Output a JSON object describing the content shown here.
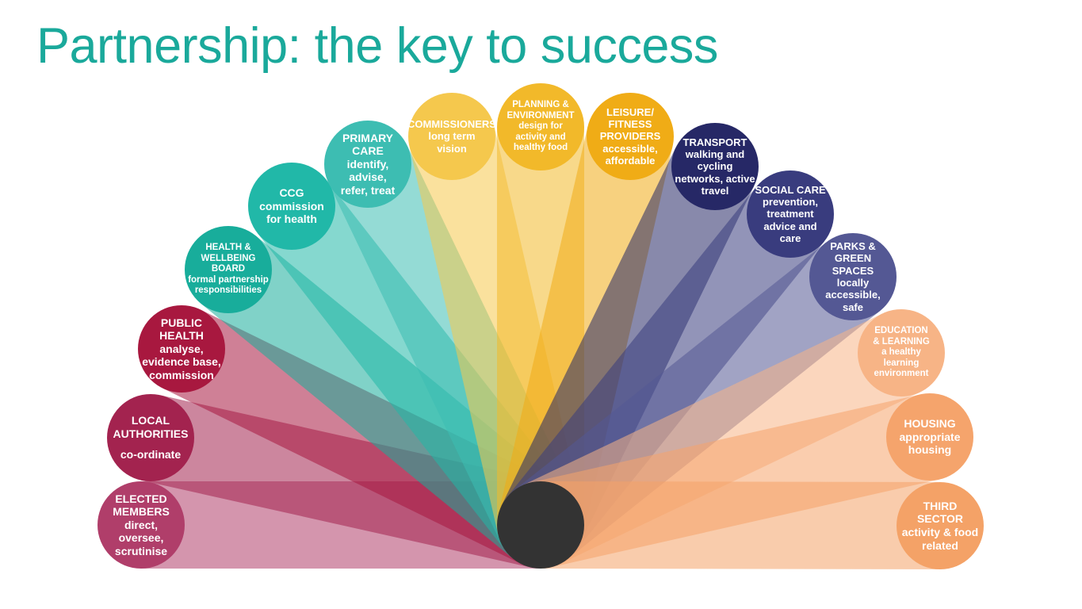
{
  "title": "Partnership: the key to success",
  "hub_color": "#333333",
  "partners": [
    {
      "id": "elected-members",
      "name": "ELECTED\nMEMBERS",
      "desc": "direct,\noversee,\nscrutinise",
      "color": "#b03e6a"
    },
    {
      "id": "local-authorities",
      "name": "LOCAL\nAUTHORITIES",
      "desc": "co-ordinate",
      "color": "#a3234f"
    },
    {
      "id": "public-health",
      "name": "PUBLIC\nHEALTH",
      "desc": "analyse,\nevidence base,\ncommission",
      "color": "#a8183f"
    },
    {
      "id": "health-wellbeing-board",
      "name": "HEALTH &\nWELLBEING\nBOARD",
      "desc": "formal partnership\nresponsibilities",
      "color": "#18ad9b"
    },
    {
      "id": "ccg",
      "name": "CCG",
      "desc": "commission\nfor health",
      "color": "#21b8a8"
    },
    {
      "id": "primary-care",
      "name": "PRIMARY\nCARE",
      "desc": "identify,\nadvise,\nrefer, treat",
      "color": "#3dbdb2"
    },
    {
      "id": "commissioners",
      "name": "COMMISSIONERS",
      "desc": "long term\nvision",
      "color": "#f5c84d"
    },
    {
      "id": "planning-environment",
      "name": "PLANNING &\nENVIRONMENT",
      "desc": "design for\nactivity and\nhealthy food",
      "color": "#f2b92a"
    },
    {
      "id": "leisure-fitness",
      "name": "LEISURE/\nFITNESS\nPROVIDERS",
      "desc": "accessible,\naffordable",
      "color": "#f0ac16"
    },
    {
      "id": "transport",
      "name": "TRANSPORT",
      "desc": "walking and\ncycling\nnetworks, active\ntravel",
      "color": "#262866"
    },
    {
      "id": "social-care",
      "name": "SOCIAL CARE",
      "desc": "prevention,\ntreatment\nadvice and\ncare",
      "color": "#393c7e"
    },
    {
      "id": "parks-green-spaces",
      "name": "PARKS &\nGREEN\nSPACES",
      "desc": "locally\naccessible,\nsafe",
      "color": "#545894"
    },
    {
      "id": "education-learning",
      "name": "EDUCATION\n& LEARNING",
      "desc": "a healthy\nlearning\nenvironment",
      "color": "#f7b486"
    },
    {
      "id": "housing",
      "name": "HOUSING",
      "desc": "appropriate\nhousing",
      "color": "#f5a46c"
    },
    {
      "id": "third-sector",
      "name": "THIRD\nSECTOR",
      "desc": "activity & food\nrelated",
      "color": "#f4a267"
    }
  ]
}
